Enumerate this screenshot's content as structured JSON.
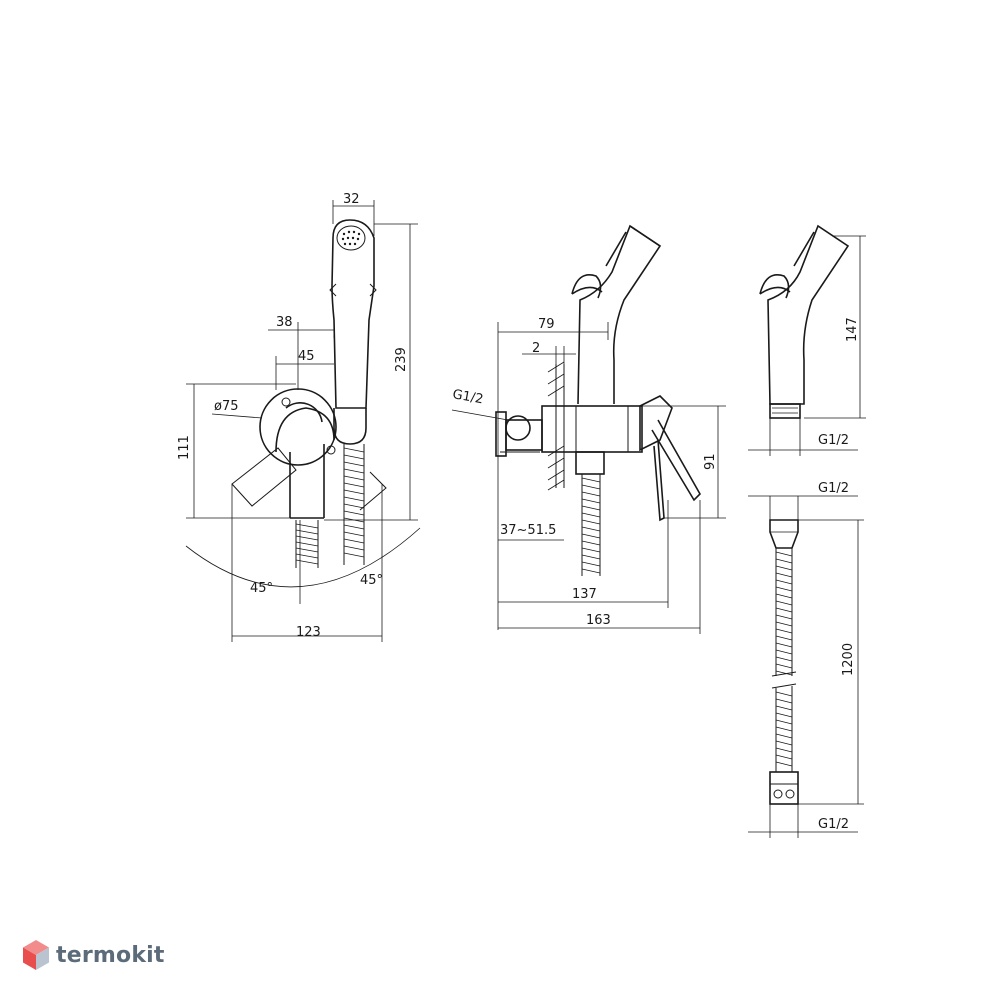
{
  "dimensions": {
    "front": {
      "handset_width": "32",
      "handset_offset": "38",
      "outlet_offset": "45",
      "plate_diameter": "ø75",
      "height_111": "111",
      "total_height": "239",
      "angle_left": "45°",
      "angle_right": "45°",
      "span": "123"
    },
    "side": {
      "depth_79": "79",
      "plate_thickness": "2",
      "inlet_thread": "G1/2",
      "height_91": "91",
      "embed_range": "37~51.5",
      "depth_137": "137",
      "depth_163": "163"
    },
    "handset": {
      "length": "147",
      "thread": "G1/2"
    },
    "hose": {
      "top_thread": "G1/2",
      "length": "1200",
      "bottom_thread": "G1/2"
    }
  },
  "brand": {
    "name": "termokit",
    "logo_icon": "hexagon-cube-logo",
    "logo_colors": [
      "#f28b8b",
      "#e94e4e",
      "#b9c4d0"
    ]
  }
}
